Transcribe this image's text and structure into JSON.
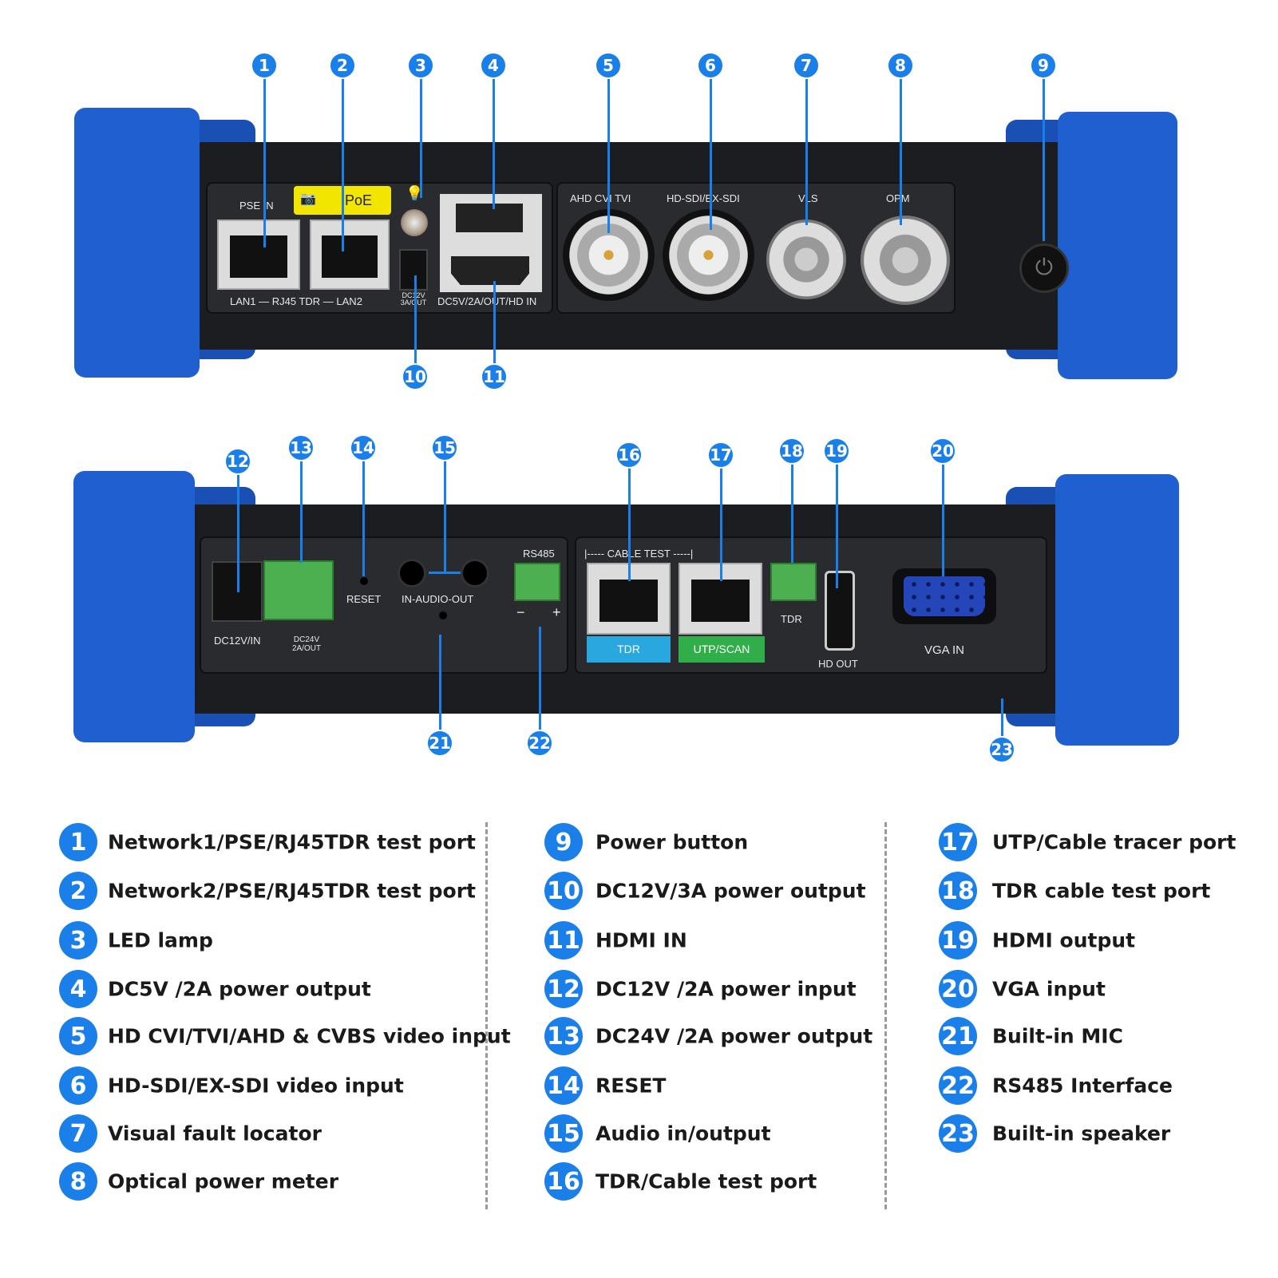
{
  "top_panel": {
    "pse_in": "PSE IN",
    "poe": "PoE",
    "lan_label": "LAN1 — RJ45 TDR — LAN2",
    "dc12v_out": "DC12V 3A/OUT",
    "dc5v_hdin": "DC5V/2A/OUT/HD IN",
    "ahd": "AHD CVI TVI",
    "hdsdi": "HD-SDI/EX-SDI",
    "vls": "VLS",
    "opm": "OPM"
  },
  "bottom_panel": {
    "dc12v_in": "DC12V/IN",
    "dc24v_out": "DC24V 2A/OUT",
    "reset": "RESET",
    "audio": "IN-AUDIO-OUT",
    "rs485": "RS485",
    "minus": "−",
    "plus": "+",
    "cable_test": "|----- CABLE TEST -----|",
    "tdr_tab": "TDR",
    "utp_tab": "UTP/SCAN",
    "tdr": "TDR",
    "hd_out": "HD OUT",
    "vga_in": "VGA IN"
  },
  "callouts": [
    "1",
    "2",
    "3",
    "4",
    "5",
    "6",
    "7",
    "8",
    "9",
    "10",
    "11",
    "12",
    "13",
    "14",
    "15",
    "16",
    "17",
    "18",
    "19",
    "20",
    "21",
    "22",
    "23"
  ],
  "legend": [
    {
      "n": "1",
      "text": "Network1/PSE/RJ45TDR test port"
    },
    {
      "n": "2",
      "text": "Network2/PSE/RJ45TDR test port"
    },
    {
      "n": "3",
      "text": "LED lamp"
    },
    {
      "n": "4",
      "text": "DC5V /2A power output"
    },
    {
      "n": "5",
      "text": "HD CVI/TVI/AHD & CVBS video input"
    },
    {
      "n": "6",
      "text": "HD-SDI/EX-SDI video input"
    },
    {
      "n": "7",
      "text": "Visual fault locator"
    },
    {
      "n": "8",
      "text": "Optical  power meter"
    },
    {
      "n": "9",
      "text": "Power button"
    },
    {
      "n": "10",
      "text": "DC12V/3A power output"
    },
    {
      "n": "11",
      "text": "HDMI IN"
    },
    {
      "n": "12",
      "text": "DC12V /2A  power input"
    },
    {
      "n": "13",
      "text": "DC24V /2A power output"
    },
    {
      "n": "14",
      "text": "RESET"
    },
    {
      "n": "15",
      "text": "Audio  in/output"
    },
    {
      "n": "16",
      "text": "TDR/Cable test port"
    },
    {
      "n": "17",
      "text": "UTP/Cable tracer port"
    },
    {
      "n": "18",
      "text": "TDR cable test port"
    },
    {
      "n": "19",
      "text": "HDMI output"
    },
    {
      "n": "20",
      "text": "VGA input"
    },
    {
      "n": "21",
      "text": "Built-in MIC"
    },
    {
      "n": "22",
      "text": "RS485 Interface"
    },
    {
      "n": "23",
      "text": "Built-in speaker"
    }
  ],
  "colors": {
    "accent": "#1a7fe8",
    "bumper": "#1f5fd0",
    "tdr_tab": "#29a8e0",
    "utp_tab": "#2fae4a",
    "poe": "#f2e600"
  }
}
